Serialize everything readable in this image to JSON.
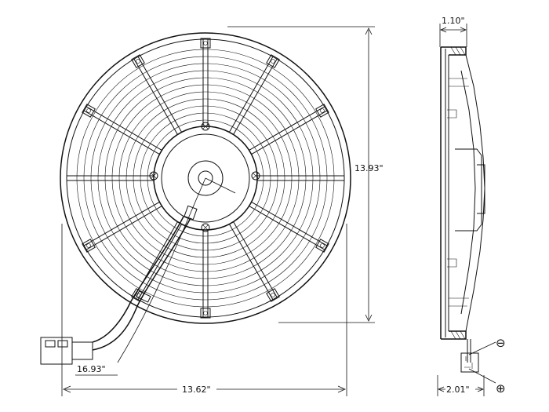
{
  "dimensions": {
    "depth_top": "1.10\"",
    "height": "13.93\"",
    "wire_length": "16.93\"",
    "width": "13.62\"",
    "depth_bottom": "2.01\""
  },
  "terminals": {
    "negative": "⊖",
    "positive": "⊕"
  },
  "colors": {
    "line": "#111111",
    "background": "#ffffff"
  }
}
